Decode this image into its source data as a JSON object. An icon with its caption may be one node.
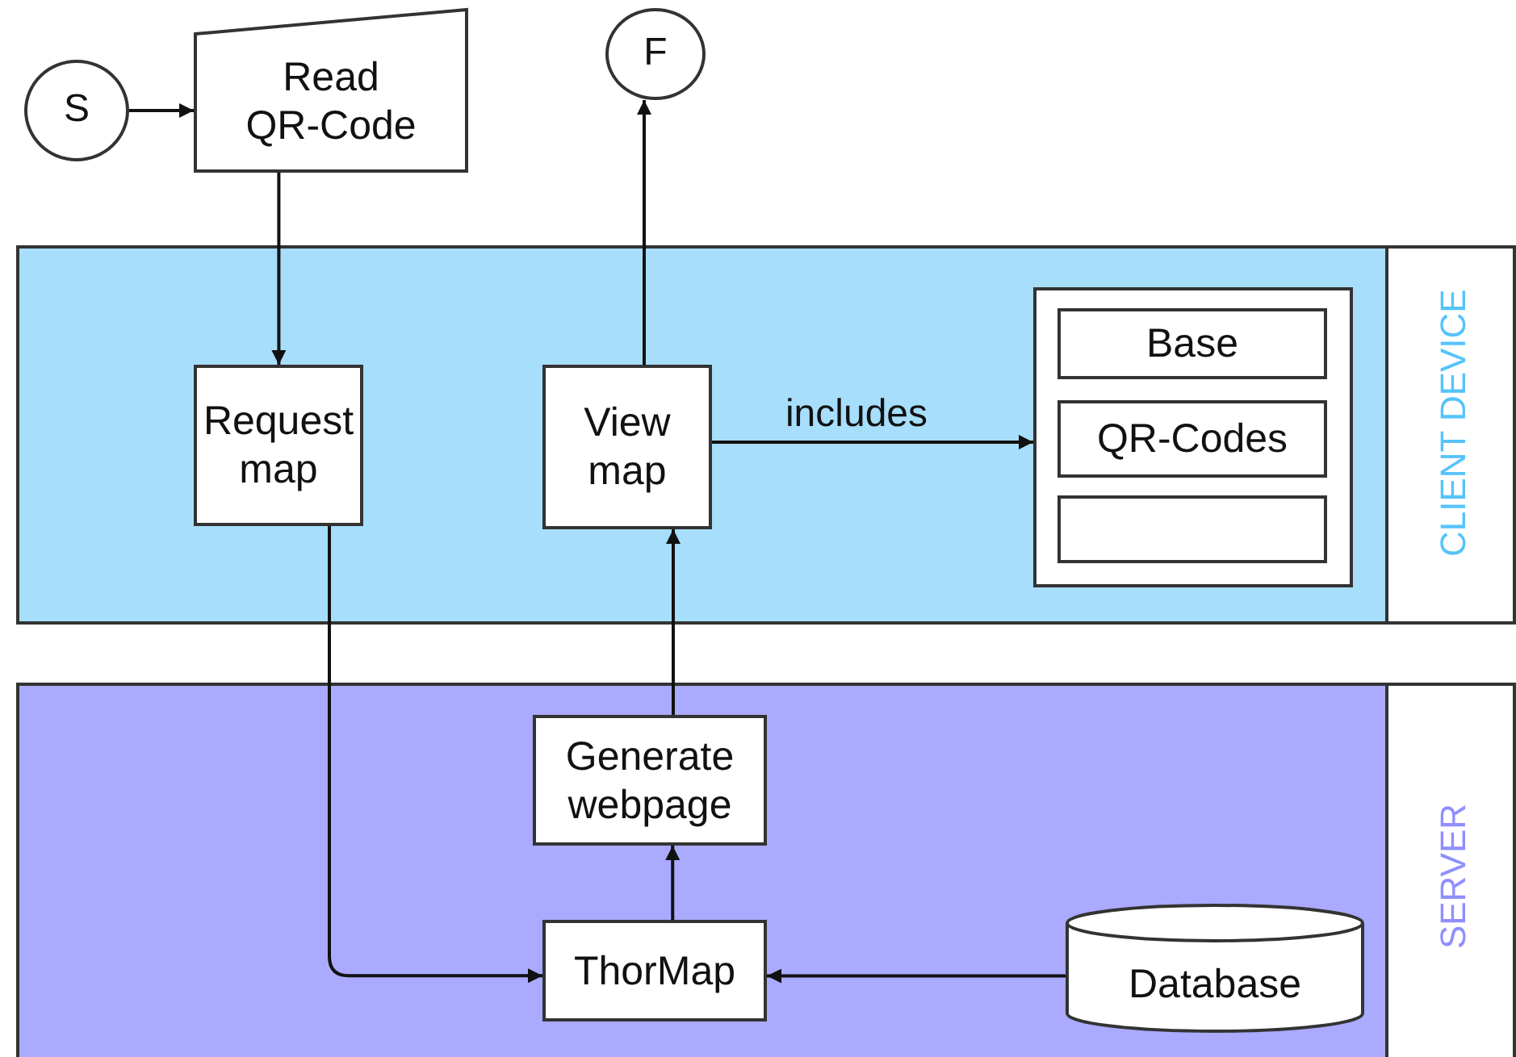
{
  "diagram": {
    "nodes": [
      {
        "text": [
          "S"
        ]
      },
      {
        "text": [
          "Read QR-Code"
        ]
      },
      {
        "text": [
          "CLIENT DEVICE"
        ]
      },
      {
        "text": [
          "Request map"
        ],
        "in": 2
      },
      {
        "text": [
          "View map"
        ],
        "in": 2
      },
      {
        "text": [
          "F"
        ]
      },
      {
        "text": [],
        "shape": "box",
        "in": 2
      },
      {
        "text": [
          "Base"
        ],
        "in": 6
      },
      {
        "text": [
          "QR-Codes"
        ],
        "in": 6
      },
      {
        "text": [],
        "shape": "box",
        "in": 6
      },
      {
        "text": [
          "SERVER"
        ]
      },
      {
        "text": [
          "Generate webpage"
        ],
        "in": 10
      },
      {
        "text": [
          "ThorMap"
        ],
        "in": 10
      },
      {
        "text": [
          "Database"
        ],
        "in": 10
      }
    ],
    "edges": [
      {
        "from": 0,
        "to": 1,
        "arrow": "to"
      },
      {
        "from": 1,
        "to": 3,
        "arrow": "to"
      },
      {
        "from": 3,
        "to": 12,
        "arrow": "to"
      },
      {
        "from": 12,
        "to": 11,
        "arrow": "to"
      },
      {
        "from": 11,
        "to": 4,
        "arrow": "to"
      },
      {
        "from": 4,
        "to": 5,
        "arrow": "to"
      },
      {
        "from": 4,
        "to": 6,
        "arrow": "to",
        "label": "includes"
      },
      {
        "from": 13,
        "to": 12,
        "arrow": "to"
      }
    ]
  }
}
